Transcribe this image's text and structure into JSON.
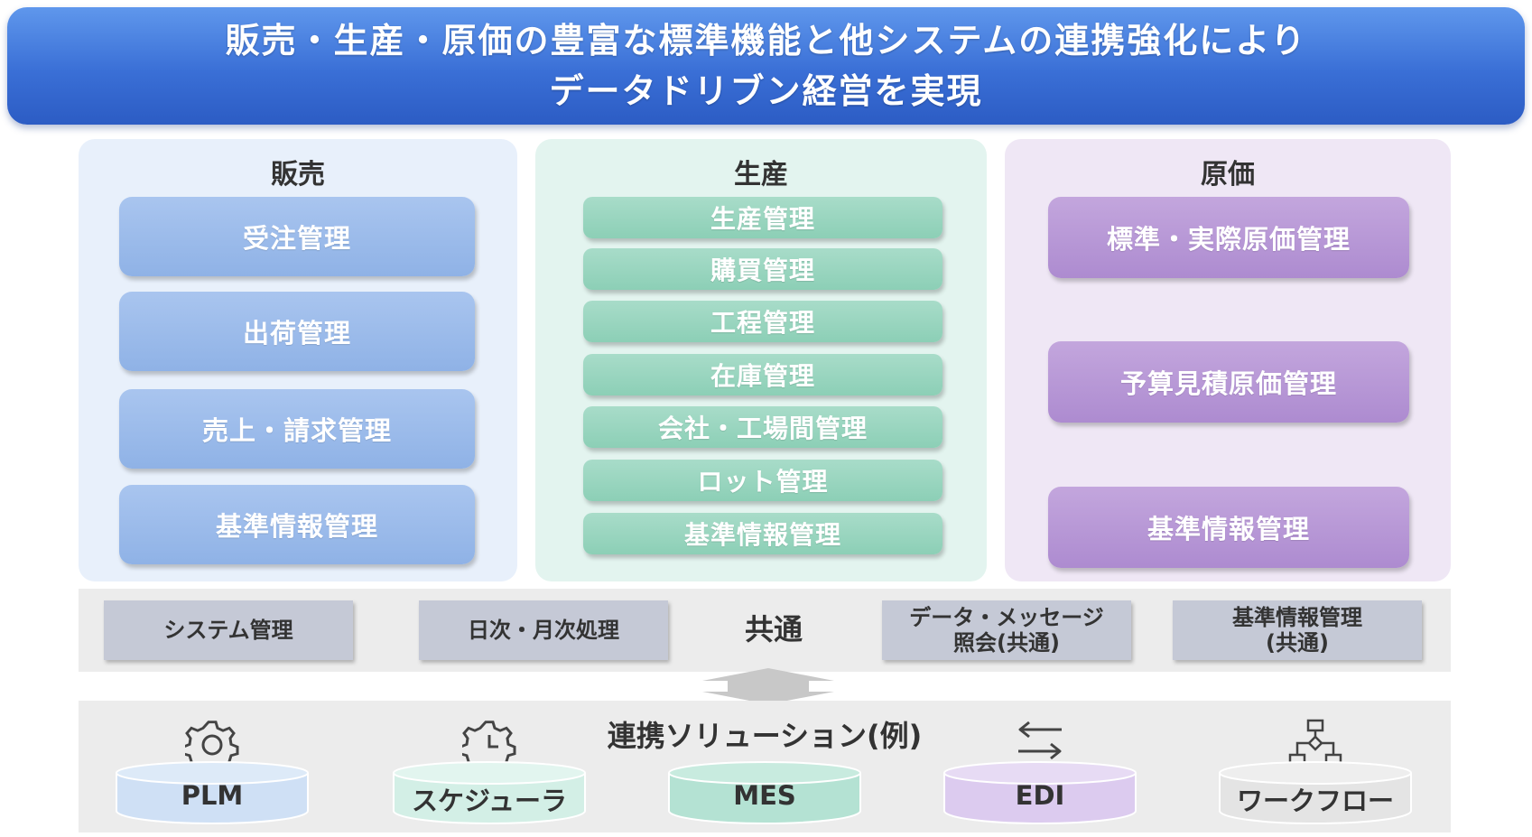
{
  "banner": {
    "line1": "販売・生産・原価の豊富な標準機能と他システムの連携強化により",
    "line2": "データドリブン経営を実現"
  },
  "sales": {
    "title": "販売",
    "items": [
      "受注管理",
      "出荷管理",
      "売上・請求管理",
      "基準情報管理"
    ]
  },
  "production": {
    "title": "生産",
    "items": [
      "生産管理",
      "購買管理",
      "工程管理",
      "在庫管理",
      "会社・工場間管理",
      "ロット管理",
      "基準情報管理"
    ]
  },
  "cost": {
    "title": "原価",
    "items": [
      "標準・実際原価管理",
      "予算見積原価管理",
      "基準情報管理"
    ]
  },
  "common": {
    "label": "共通",
    "items": [
      {
        "line1": "システム管理",
        "line2": ""
      },
      {
        "line1": "日次・月次処理",
        "line2": ""
      },
      {
        "line1": "データ・メッセージ",
        "line2": "照会(共通)"
      },
      {
        "line1": "基準情報管理",
        "line2": "(共通)"
      }
    ]
  },
  "integration": {
    "title": "連携ソリューション(例)",
    "solutions": [
      {
        "label": "PLM",
        "icon": "gear-icon",
        "color": "#cfe0f5"
      },
      {
        "label": "スケジューラ",
        "icon": "clock-gear-icon",
        "color": "#d3efe6"
      },
      {
        "label": "MES",
        "icon": "",
        "color": "#b4e2d3"
      },
      {
        "label": "EDI",
        "icon": "exchange-arrows-icon",
        "color": "#dccbef"
      },
      {
        "label": "ワークフロー",
        "icon": "workflow-icon",
        "color": "#e4e4e4"
      }
    ]
  },
  "colors": {
    "banner": "#3a6fd6",
    "sales_panel": "#e8f0fb",
    "sales_module": "#8fb2e6",
    "production_panel": "#e3f4ef",
    "production_module": "#8ccfb6",
    "cost_panel": "#efe7f5",
    "cost_module": "#ad8bd0",
    "common_item": "#c5c9d6",
    "common_bg": "#ececec"
  }
}
